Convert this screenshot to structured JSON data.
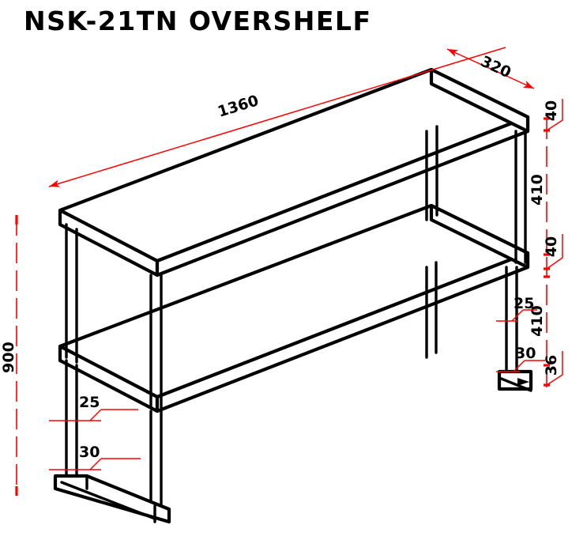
{
  "document": {
    "title": "NSK-21TN OVERSHELF",
    "drawing_type": "isometric-technical-drawing",
    "subject": "two-tier stainless steel overshelf",
    "units": "mm",
    "background_color": "#ffffff",
    "line_color": "#000000",
    "dimension_color": "#ff0000"
  },
  "dimensions": {
    "length": {
      "label": "1360",
      "description": "overall shelf length along top front edge",
      "orientation": "rotated-along-top-left-axis",
      "arrow_style": "single-arrow-left"
    },
    "depth": {
      "label": "320",
      "description": "shelf depth at top right",
      "orientation": "rotated-along-top-right-axis",
      "arrow_style": "double-arrow"
    },
    "height_total": {
      "label": "900",
      "description": "overall height, left vertical dimension line",
      "orientation": "rotated-90"
    },
    "right_stack": [
      {
        "label": "40",
        "description": "upper shelf board thickness"
      },
      {
        "label": "410",
        "description": "clear gap between upper and middle shelf"
      },
      {
        "label": "40",
        "description": "middle shelf board thickness"
      },
      {
        "label": "410",
        "description": "clear gap between middle shelf and foot"
      },
      {
        "label": "36",
        "description": "foot / base plate height"
      }
    ],
    "leaders_left": [
      {
        "label": "25",
        "description": "leg tube width, lower left leg"
      },
      {
        "label": "30",
        "description": "foot plate detail, lower left leg"
      }
    ],
    "leaders_right": [
      {
        "label": "25",
        "description": "leg tube width, lower right leg"
      },
      {
        "label": "30",
        "description": "foot plate detail, lower right leg"
      }
    ]
  }
}
